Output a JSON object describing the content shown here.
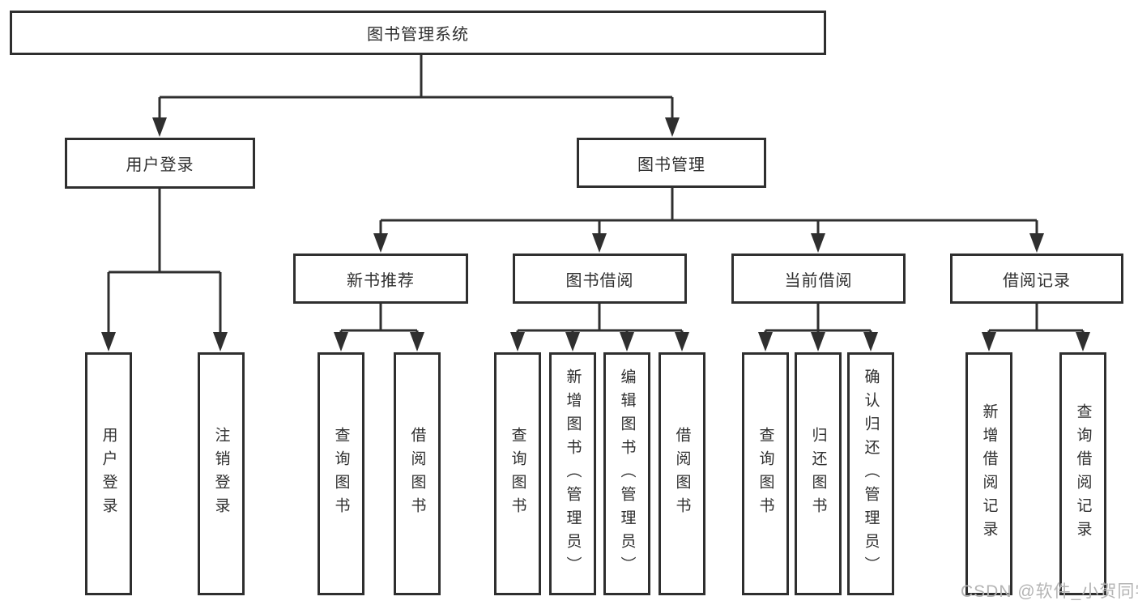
{
  "tree": {
    "label": "图书管理系统",
    "children": [
      {
        "label": "用户登录",
        "children": [
          {
            "label": "用户登录"
          },
          {
            "label": "注销登录"
          }
        ]
      },
      {
        "label": "图书管理",
        "children": [
          {
            "label": "新书推荐",
            "children": [
              {
                "label": "查询图书"
              },
              {
                "label": "借阅图书"
              }
            ]
          },
          {
            "label": "图书借阅",
            "children": [
              {
                "label": "查询图书"
              },
              {
                "label": "新增图书（管理员）"
              },
              {
                "label": "编辑图书（管理员）"
              },
              {
                "label": "借阅图书"
              }
            ]
          },
          {
            "label": "当前借阅",
            "children": [
              {
                "label": "查询图书"
              },
              {
                "label": "归还图书"
              },
              {
                "label": "确认归还（管理员）"
              }
            ]
          },
          {
            "label": "借阅记录",
            "children": [
              {
                "label": "新增借阅记录"
              },
              {
                "label": "查询借阅记录"
              }
            ]
          }
        ]
      }
    ]
  },
  "watermark": {
    "text": "CSDN @软件_小贺同学"
  },
  "colors": {
    "line": "#2f2f2f",
    "text": "#2f2f2f",
    "watermark": "#b4b4b4",
    "background": "#ffffff"
  }
}
